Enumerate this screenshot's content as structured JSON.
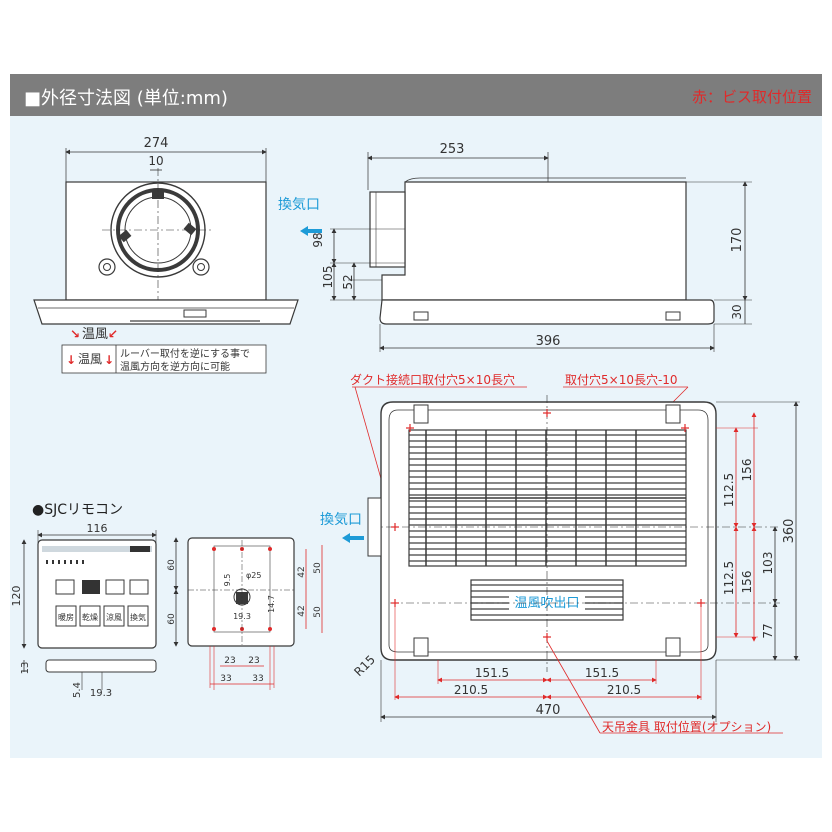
{
  "header": {
    "title": "■外径寸法図 (単位:mm)",
    "note": "赤：ビス取付位置"
  },
  "front_view": {
    "width": "274",
    "center_offset": "10",
    "note_warm_air": "温風",
    "note_louver": "ルーバー取付を逆にする事で",
    "note_louver2": "温風方向を逆方向に可能"
  },
  "side_view": {
    "length_top": "253",
    "length_bottom": "396",
    "exhaust": "換気口",
    "dim_98": "98",
    "dim_105": "105",
    "dim_52": "52",
    "dim_170": "170",
    "dim_30": "30"
  },
  "bottom_view": {
    "duct_hole": "ダクト接続口取付穴5×10長穴",
    "mount_hole": "取付穴5×10長穴-10",
    "exhaust": "換気口",
    "outlet": "温風吹出口",
    "hanger": "天吊金具 取付位置(オプション)",
    "dim_112_5_a": "112.5",
    "dim_156_a": "156",
    "dim_112_5_b": "112.5",
    "dim_156_b": "156",
    "dim_103": "103",
    "dim_77": "77",
    "dim_360": "360",
    "dim_151_5_l": "151.5",
    "dim_151_5_r": "151.5",
    "dim_210_5_l": "210.5",
    "dim_210_5_r": "210.5",
    "dim_470": "470",
    "radius": "R15"
  },
  "remote": {
    "title": "●SJCリモコン",
    "width": "116",
    "height": "120",
    "depth": "13",
    "dim_54": "5.4",
    "dim_193": "19.3",
    "btn_labels": [
      "暖房",
      "乾燥",
      "涼風",
      "換気"
    ],
    "mount_60a": "60",
    "mount_60b": "60",
    "mount_42a": "42",
    "mount_42b": "42",
    "mount_50a": "50",
    "mount_50b": "50",
    "mount_147": "14.7",
    "mount_phi25": "φ25",
    "mount_95": "9.5",
    "mount_193": "19.3",
    "mount_23a": "23",
    "mount_23b": "23",
    "mount_33a": "33",
    "mount_33b": "33"
  },
  "colors": {
    "header_bg": "#7d7d7d",
    "panel_bg": "#eaf4fa",
    "line": "#3a3a3a",
    "dim": "#333333",
    "red": "#e02a2a",
    "blue_arrow": "#1e9bd7"
  }
}
